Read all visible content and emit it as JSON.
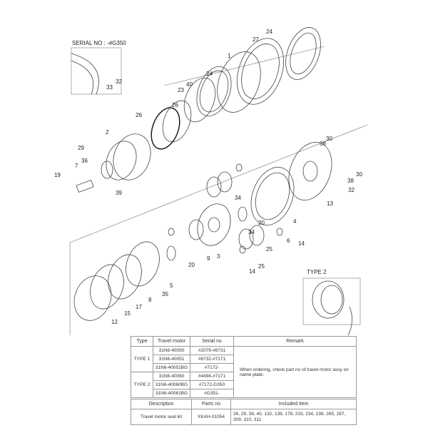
{
  "inset_serial": "SERIAL NO : -#G350",
  "type2_label": "TYPE 2",
  "part_labels": [
    {
      "id": "l24a",
      "text": "24"
    },
    {
      "id": "l27",
      "text": "27"
    },
    {
      "id": "l1",
      "text": "1"
    },
    {
      "id": "l24b",
      "text": "24"
    },
    {
      "id": "l40",
      "text": "40"
    },
    {
      "id": "l23",
      "text": "23"
    },
    {
      "id": "l26a",
      "text": "26"
    },
    {
      "id": "l26b",
      "text": "26"
    },
    {
      "id": "l2",
      "text": "2"
    },
    {
      "id": "l29",
      "text": "29"
    },
    {
      "id": "l36",
      "text": "36"
    },
    {
      "id": "l7",
      "text": "7"
    },
    {
      "id": "l19",
      "text": "19"
    },
    {
      "id": "l39",
      "text": "39"
    },
    {
      "id": "l38a",
      "text": "38"
    },
    {
      "id": "l30a",
      "text": "30"
    },
    {
      "id": "l38b",
      "text": "38"
    },
    {
      "id": "l30b",
      "text": "30"
    },
    {
      "id": "l32b",
      "text": "32"
    },
    {
      "id": "l13",
      "text": "13"
    },
    {
      "id": "l34a",
      "text": "34"
    },
    {
      "id": "l4",
      "text": "4"
    },
    {
      "id": "l20a",
      "text": "20"
    },
    {
      "id": "l14a",
      "text": "14"
    },
    {
      "id": "l34b",
      "text": "34"
    },
    {
      "id": "l6",
      "text": "6"
    },
    {
      "id": "l25a",
      "text": "25"
    },
    {
      "id": "l3",
      "text": "3"
    },
    {
      "id": "l9",
      "text": "9"
    },
    {
      "id": "l20b",
      "text": "20"
    },
    {
      "id": "l25b",
      "text": "25"
    },
    {
      "id": "l14b",
      "text": "14"
    },
    {
      "id": "l5",
      "text": "5"
    },
    {
      "id": "l35",
      "text": "35"
    },
    {
      "id": "l8",
      "text": "8"
    },
    {
      "id": "l17",
      "text": "17"
    },
    {
      "id": "l15",
      "text": "15"
    },
    {
      "id": "l12",
      "text": "12"
    },
    {
      "id": "l32a",
      "text": "32"
    },
    {
      "id": "l33",
      "text": "33"
    }
  ],
  "table1": {
    "headers": [
      "Type",
      "Travel motor",
      "Serial no",
      "Remark"
    ],
    "type1": "TYPE 1",
    "type2": "TYPE 2",
    "rows": [
      {
        "motor": "31N6-40050",
        "serial": "#2079-#6731"
      },
      {
        "motor": "31N6-40051",
        "serial": "#6732-#7171"
      },
      {
        "motor": "31N6-40051BG",
        "serial": "#7172-"
      },
      {
        "motor": "31N6-40060",
        "serial": "#4494-#7171"
      },
      {
        "motor": "31N6-40060BG",
        "serial": "#7172-G350"
      },
      {
        "motor": "31N6-40061BG",
        "serial": "#G351-"
      }
    ],
    "remark": "When ordering, check part no of travel motor assy on name plate."
  },
  "table2": {
    "headers": [
      "Description",
      "Parts no",
      "Included item"
    ],
    "description": "Travel motor seal kit",
    "parts_no": "XKAH-01054",
    "included": "26, 29, 39, 40, 132, 139, 178, 233, 234, 236, 265, 297, 309, 310, 311"
  }
}
